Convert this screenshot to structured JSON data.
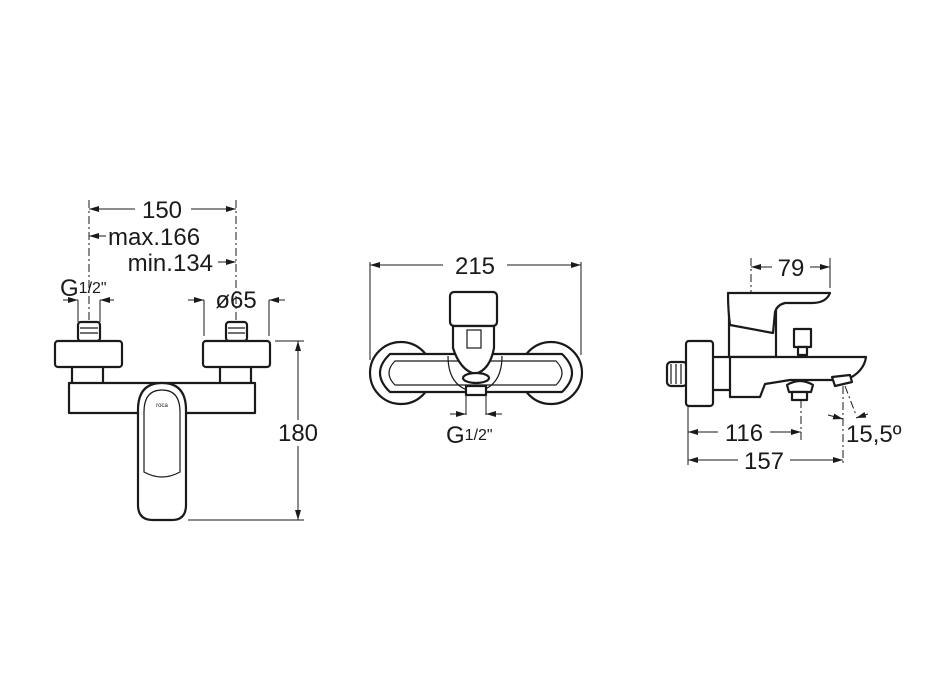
{
  "drawing": {
    "front_view": {
      "dim_width": "150",
      "dim_max": "max.166",
      "dim_min": "min.134",
      "thread": "G",
      "thread_fraction": "1/2\"",
      "flange_diameter": "ø65",
      "dim_height": "180",
      "logo": "roca"
    },
    "top_view": {
      "dim_width": "215",
      "thread": "G",
      "thread_fraction": "1/2\""
    },
    "side_view": {
      "dim_lever": "79",
      "dim_outlet": "116",
      "dim_depth": "157",
      "dim_angle": "15,5º"
    }
  },
  "colors": {
    "line": "#1a1a1a",
    "background": "#ffffff"
  }
}
